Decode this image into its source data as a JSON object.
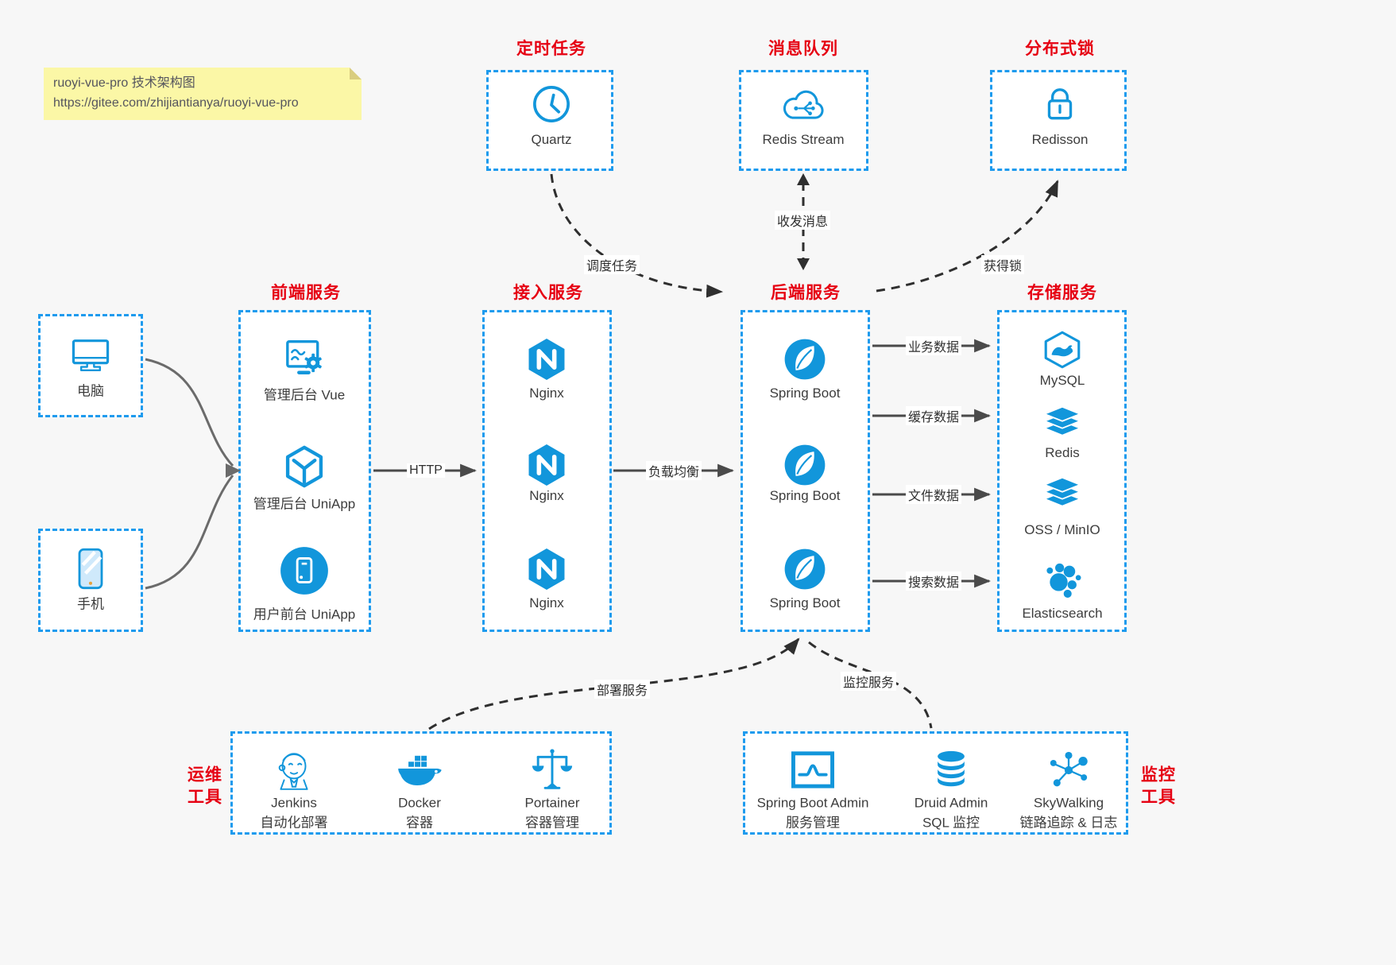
{
  "colors": {
    "icon_blue": "#1296db",
    "border_blue": "#1e9bee",
    "title_red": "#e60012",
    "note_bg": "#fbf7a6",
    "background": "#f7f7f7"
  },
  "note": {
    "line1": "ruoyi-vue-pro 技术架构图",
    "line2": "https://gitee.com/zhijiantianya/ruoyi-vue-pro"
  },
  "scheduler": {
    "title": "定时任务",
    "item": "Quartz"
  },
  "mq": {
    "title": "消息队列",
    "item": "Redis Stream"
  },
  "lock": {
    "title": "分布式锁",
    "item": "Redisson"
  },
  "clients": {
    "computer": "电脑",
    "phone": "手机"
  },
  "frontend": {
    "title": "前端服务",
    "items": [
      "管理后台 Vue",
      "管理后台 UniApp",
      "用户前台 UniApp"
    ]
  },
  "gateway": {
    "title": "接入服务",
    "items": [
      "Nginx",
      "Nginx",
      "Nginx"
    ]
  },
  "backend": {
    "title": "后端服务",
    "items": [
      "Spring Boot",
      "Spring Boot",
      "Spring Boot"
    ]
  },
  "storage": {
    "title": "存储服务",
    "items": [
      "MySQL",
      "Redis",
      "OSS / MinIO",
      "Elasticsearch"
    ]
  },
  "ops": {
    "title_lines": [
      "运维",
      "工具"
    ],
    "items": [
      {
        "name": "Jenkins",
        "desc": "自动化部署"
      },
      {
        "name": "Docker",
        "desc": "容器"
      },
      {
        "name": "Portainer",
        "desc": "容器管理"
      }
    ]
  },
  "monitoring": {
    "title_lines": [
      "监控",
      "工具"
    ],
    "items": [
      {
        "name": "Spring Boot Admin",
        "desc": "服务管理"
      },
      {
        "name": "Druid Admin",
        "desc": "SQL 监控"
      },
      {
        "name": "SkyWalking",
        "desc": "链路追踪 & 日志"
      }
    ]
  },
  "edges": {
    "http": "HTTP",
    "load_balance": "负载均衡",
    "business_data": "业务数据",
    "cache_data": "缓存数据",
    "file_data": "文件数据",
    "search_data": "搜索数据",
    "schedule_task": "调度任务",
    "send_receive_message": "收发消息",
    "acquire_lock": "获得锁",
    "deploy_service": "部署服务",
    "monitor_service": "监控服务"
  }
}
